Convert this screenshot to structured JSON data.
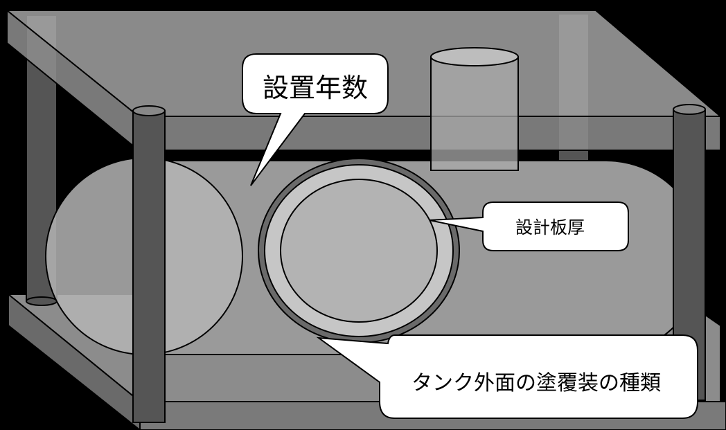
{
  "callouts": {
    "install_years": "設置年数",
    "design_thickness": "設計板厚",
    "coating_type": "タンク外面の塗覆装の種類"
  }
}
